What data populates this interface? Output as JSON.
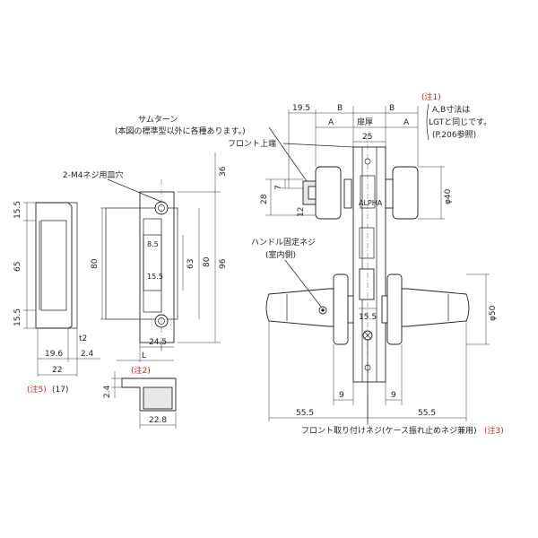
{
  "labels": {
    "thumbturn": "サムターン",
    "thumbturn_note": "(本図の標準型以外に各種あります。)",
    "front_top": "フロント上端",
    "screw_hole": "2-M4ネジ用皿穴",
    "handle_screw": "ハンドル固定ネジ",
    "handle_screw_sub": "(室内側)",
    "front_screw": "フロント取り付けネジ(ケース振れ止めネジ兼用)",
    "note1": "(注1)",
    "note1_line1": "A,B寸法は",
    "note1_line2": "LGTと同じです。",
    "note1_line3": "(P.206参照)",
    "note2": "(注2)",
    "note3": "(注3)",
    "note5": "(注5)",
    "note5_val": "(17)",
    "door_thickness": "扉厚",
    "brand": "ALPHA"
  },
  "dims": {
    "d15_5a": "15.5",
    "d65": "65",
    "d15_5b": "15.5",
    "d19_6": "19.6",
    "d2_4a": "2.4",
    "t2": "t2",
    "d22": "22",
    "d80": "80",
    "d63": "63",
    "d80b": "80",
    "d96": "96",
    "d36": "36",
    "d8_5": "8.5",
    "d15_5c": "15.5",
    "d24_5": "24.5",
    "L": "L",
    "d2_4b": "2.4",
    "d22_8": "22.8",
    "d19_5": "19.5",
    "B1": "B",
    "B2": "B",
    "A1": "A",
    "A2": "A",
    "d25": "25",
    "d28": "28",
    "d7": "7",
    "d12": "12",
    "d40": "φ40",
    "d50": "φ50",
    "d15_5d": "15.5",
    "d9a": "9",
    "d9b": "9",
    "d55_5a": "55.5",
    "d55_5b": "55.5"
  },
  "colors": {
    "line": "#222222",
    "note": "#d0231f"
  }
}
